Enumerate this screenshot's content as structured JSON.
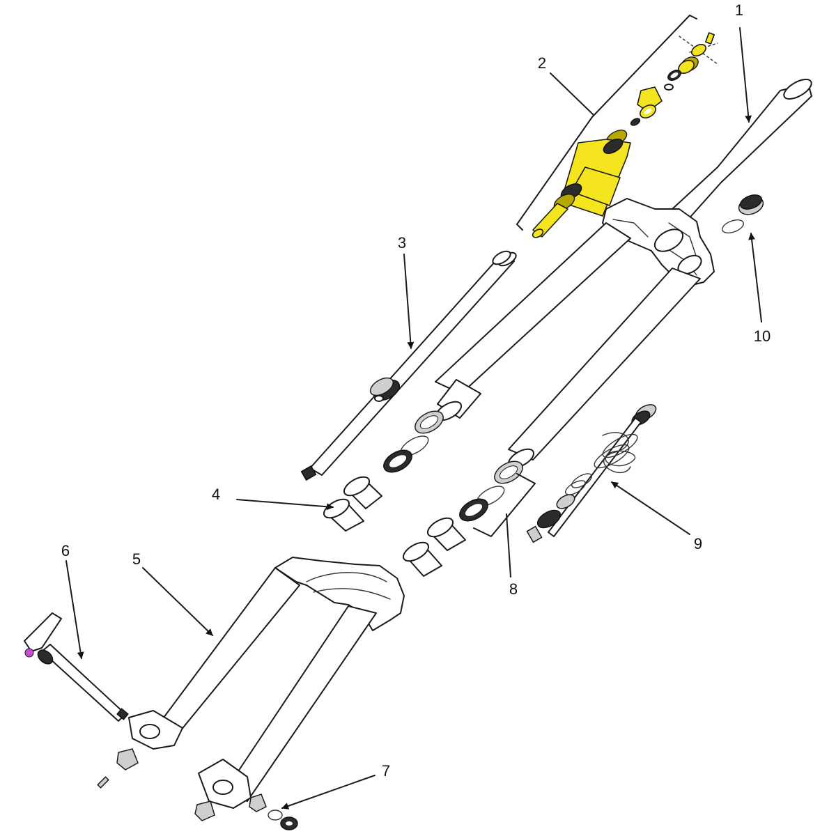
{
  "callouts": [
    {
      "id": "1",
      "label": "1"
    },
    {
      "id": "2",
      "label": "2"
    },
    {
      "id": "3",
      "label": "3"
    },
    {
      "id": "4",
      "label": "4"
    },
    {
      "id": "5",
      "label": "5"
    },
    {
      "id": "6",
      "label": "6"
    },
    {
      "id": "7",
      "label": "7"
    },
    {
      "id": "8",
      "label": "8"
    },
    {
      "id": "9",
      "label": "9"
    },
    {
      "id": "10",
      "label": "10"
    }
  ],
  "colors": {
    "highlight_part": "#f5e51e",
    "outline": "#1a1a1a",
    "background": "#ffffff",
    "accent_axle_lever": "#c64fd6"
  }
}
